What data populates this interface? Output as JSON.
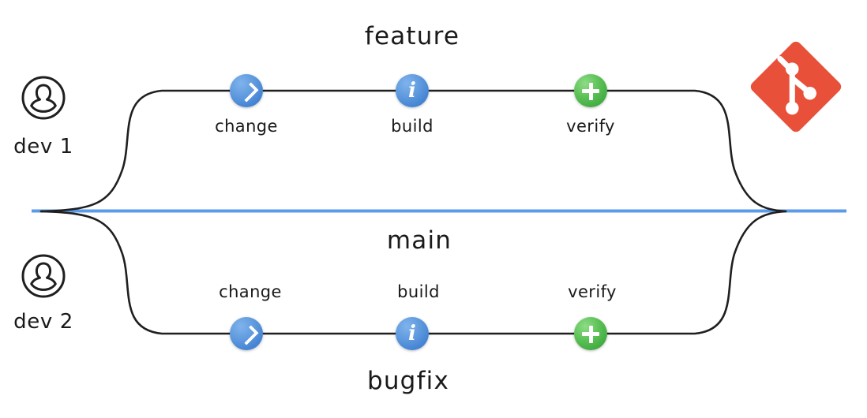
{
  "diagram": {
    "title_hidden": "",
    "colors": {
      "main_line": "#5b9bea",
      "branch_line": "#1f1f1f",
      "node_blue": "#5f9ade",
      "node_green": "#5cc257",
      "git_red": "#e8503a",
      "text": "#1a1a1a",
      "background": "#ffffff"
    },
    "main_branch": {
      "label": "main"
    },
    "branches": [
      {
        "id": "feature",
        "label": "feature",
        "developer": "dev 1",
        "avatar_icon": "user-circle-icon",
        "stages": [
          {
            "label": "change",
            "icon": "chevron-right-icon",
            "color": "blue"
          },
          {
            "label": "build",
            "icon": "info-icon",
            "color": "blue"
          },
          {
            "label": "verify",
            "icon": "plus-icon",
            "color": "green"
          }
        ]
      },
      {
        "id": "bugfix",
        "label": "bugfix",
        "developer": "dev 2",
        "avatar_icon": "user-circle-icon",
        "stages": [
          {
            "label": "change",
            "icon": "chevron-right-icon",
            "color": "blue"
          },
          {
            "label": "build",
            "icon": "info-icon",
            "color": "blue"
          },
          {
            "label": "verify",
            "icon": "plus-icon",
            "color": "green"
          }
        ]
      }
    ],
    "logo": {
      "name": "git-logo",
      "alt": "Git"
    }
  }
}
